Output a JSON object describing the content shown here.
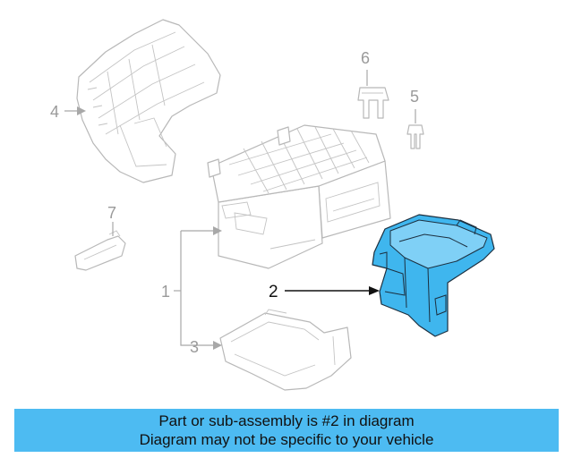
{
  "diagram": {
    "callouts": [
      {
        "id": "1",
        "label": "1"
      },
      {
        "id": "2",
        "label": "2"
      },
      {
        "id": "3",
        "label": "3"
      },
      {
        "id": "4",
        "label": "4"
      },
      {
        "id": "5",
        "label": "5"
      },
      {
        "id": "6",
        "label": "6"
      },
      {
        "id": "7",
        "label": "7"
      }
    ],
    "highlighted_part": "2",
    "colors": {
      "highlight_fill": "#3fb6ee",
      "ghost_stroke": "#b8b8b8",
      "banner": "#4dbbf2"
    }
  },
  "banner": {
    "line1": "Part or sub-assembly is #2 in diagram",
    "line2": "Diagram may not be specific to your vehicle"
  }
}
